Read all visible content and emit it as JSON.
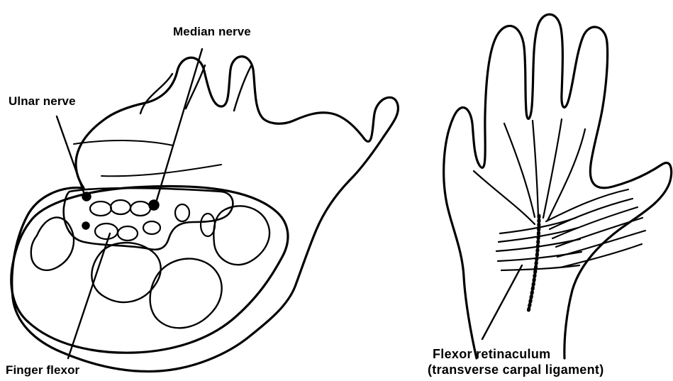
{
  "labels": {
    "median_nerve": "Median nerve",
    "ulnar_nerve": "Ulnar nerve",
    "finger_flexor": "Finger flexor",
    "flexor_retinaculum_line1": "Flexor retinaculum",
    "flexor_retinaculum_line2": "(transverse carpal ligament)"
  },
  "colors": {
    "ink": "#000000",
    "paper": "#ffffff"
  }
}
